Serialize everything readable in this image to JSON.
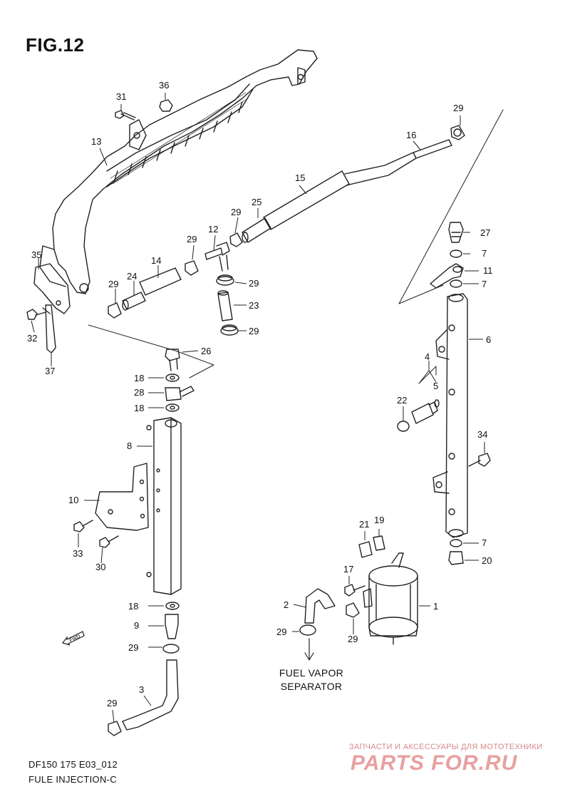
{
  "figure": {
    "title": "FIG.12"
  },
  "callouts": [
    {
      "id": "c31",
      "text": "31"
    },
    {
      "id": "c36",
      "text": "36"
    },
    {
      "id": "c13",
      "text": "13"
    },
    {
      "id": "c16",
      "text": "16"
    },
    {
      "id": "c29a",
      "text": "29"
    },
    {
      "id": "c15",
      "text": "15"
    },
    {
      "id": "c25",
      "text": "25"
    },
    {
      "id": "c29b",
      "text": "29"
    },
    {
      "id": "c12",
      "text": "12"
    },
    {
      "id": "c29c",
      "text": "29"
    },
    {
      "id": "c27",
      "text": "27"
    },
    {
      "id": "c35",
      "text": "35"
    },
    {
      "id": "c14",
      "text": "14"
    },
    {
      "id": "c7a",
      "text": "7"
    },
    {
      "id": "c24",
      "text": "24"
    },
    {
      "id": "c11",
      "text": "11"
    },
    {
      "id": "c29d",
      "text": "29"
    },
    {
      "id": "c29e",
      "text": "29"
    },
    {
      "id": "c7b",
      "text": "7"
    },
    {
      "id": "c23",
      "text": "23"
    },
    {
      "id": "c32",
      "text": "32"
    },
    {
      "id": "c29f",
      "text": "29"
    },
    {
      "id": "c6",
      "text": "6"
    },
    {
      "id": "c26",
      "text": "26"
    },
    {
      "id": "c4",
      "text": "4"
    },
    {
      "id": "c37",
      "text": "37"
    },
    {
      "id": "c18a",
      "text": "18"
    },
    {
      "id": "c5",
      "text": "5"
    },
    {
      "id": "c28",
      "text": "28"
    },
    {
      "id": "c22",
      "text": "22"
    },
    {
      "id": "c18b",
      "text": "18"
    },
    {
      "id": "c34",
      "text": "34"
    },
    {
      "id": "c8",
      "text": "8"
    },
    {
      "id": "c10",
      "text": "10"
    },
    {
      "id": "c21",
      "text": "21"
    },
    {
      "id": "c19",
      "text": "19"
    },
    {
      "id": "c33",
      "text": "33"
    },
    {
      "id": "c7c",
      "text": "7"
    },
    {
      "id": "c20",
      "text": "20"
    },
    {
      "id": "c30",
      "text": "30"
    },
    {
      "id": "c17",
      "text": "17"
    },
    {
      "id": "c2",
      "text": "2"
    },
    {
      "id": "c1",
      "text": "1"
    },
    {
      "id": "c18c",
      "text": "18"
    },
    {
      "id": "c9",
      "text": "9"
    },
    {
      "id": "c29g",
      "text": "29"
    },
    {
      "id": "c29h",
      "text": "29"
    },
    {
      "id": "c29i",
      "text": "29"
    },
    {
      "id": "c3",
      "text": "3"
    },
    {
      "id": "c29j",
      "text": "29"
    }
  ],
  "notes": {
    "destination_line1": "FUEL VAPOR",
    "destination_line2": "SEPARATOR"
  },
  "direction_marker": "FWD",
  "footer": {
    "model_code": "DF150 175 E03_012",
    "section_name": "FULE INJECTION-C"
  },
  "watermark": {
    "tagline": "ЗАПЧАСТИ И АКСЕССУАРЫ ДЛЯ МОТОТЕХНИКИ",
    "logo": "PARTS FOR.RU"
  },
  "colors": {
    "line": "#222222",
    "watermark": "#e8a0a0"
  }
}
